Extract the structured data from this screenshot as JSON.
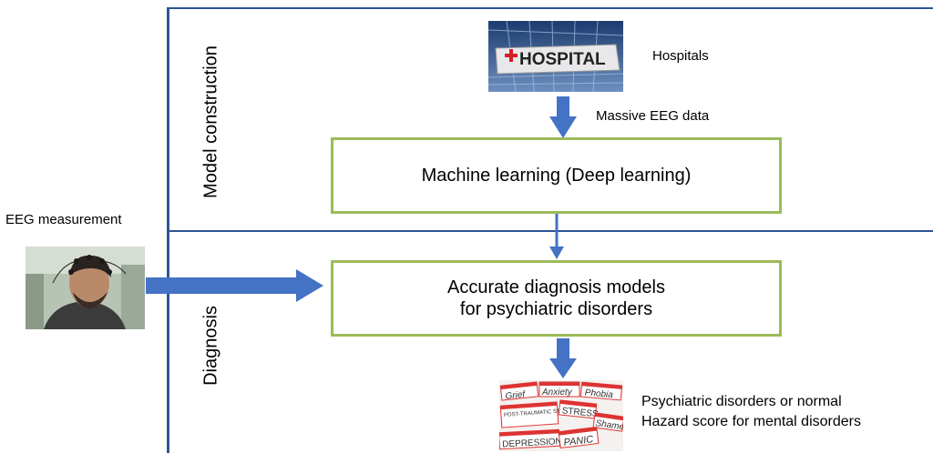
{
  "sections": {
    "model_construction": "Model construction",
    "diagnosis": "Diagnosis"
  },
  "nodes": {
    "hospitals": "Hospitals",
    "hospital_sign": "HOSPITAL",
    "massive_eeg": "Massive EEG data",
    "machine_learning": "Machine learning (Deep learning)",
    "eeg_measurement": "EEG measurement",
    "diagnosis_models_line1": "Accurate diagnosis models",
    "diagnosis_models_line2": "for psychiatric disorders",
    "output_line1": "Psychiatric disorders or normal",
    "output_line2": "Hazard score for mental disorders"
  },
  "disorder_tags": [
    "Grief",
    "Anxiety",
    "Phobia",
    "POST-TRAUMATIC STRESS",
    "STRESS",
    "Shame",
    "DEPRESSION",
    "PANIC"
  ],
  "colors": {
    "frame": "#2e5596",
    "arrow": "#4472c4",
    "box_border": "#9bbb59"
  }
}
